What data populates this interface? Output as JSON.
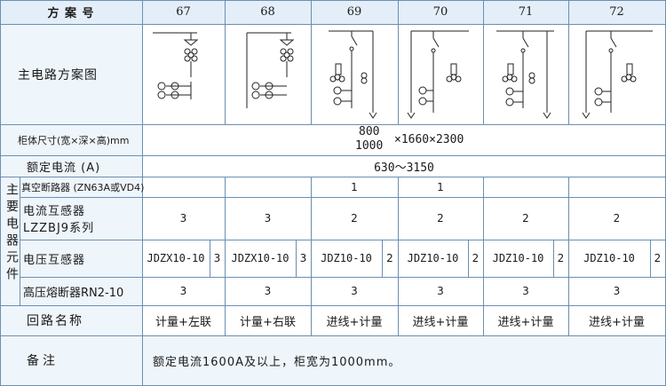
{
  "header": {
    "label": "方 案 号",
    "schemes": [
      "67",
      "68",
      "69",
      "70",
      "71",
      "72"
    ]
  },
  "rows": {
    "diagram_label": "主电路方案图",
    "dims_label": "柜体尺寸(宽×深×高)mm",
    "dims_width_a": "800",
    "dims_width_b": "1000",
    "dims_rest": "×1660×2300",
    "current_label": "额定电流 (A)",
    "current_value": "630～3150",
    "main_components_label": "主要电器元件",
    "breaker_label": "真空断路器 (ZN63A或VD4)",
    "breaker_values": [
      "",
      "",
      "1",
      "1",
      "",
      ""
    ],
    "ct_label_line1": "电流互感器",
    "ct_label_line2": "LZZBJ9系列",
    "ct_values": [
      "3",
      "3",
      "2",
      "2",
      "2",
      "2"
    ],
    "vt_label": "电压互感器",
    "vt_models": [
      "JDZX10-10",
      "JDZX10-10",
      "JDZ10-10",
      "JDZ10-10",
      "JDZ10-10",
      "JDZ10-10"
    ],
    "vt_counts": [
      "3",
      "3",
      "2",
      "2",
      "2",
      "2"
    ],
    "fuse_label": "高压熔断器RN2-10",
    "fuse_values": [
      "3",
      "3",
      "3",
      "3",
      "3",
      "3"
    ],
    "circuit_label": "回路名称",
    "circuit_names": [
      "计量+左联",
      "计量+右联",
      "进线+计量",
      "进线+计量",
      "进线+计量",
      "进线+计量"
    ],
    "remarks_label": "备注",
    "remarks_text": "额定电流1600A及以上，柜宽为1000mm。"
  },
  "colors": {
    "header_bg": "#e3eef8",
    "label_bg": "#eef5fb",
    "grid": "#6b8fb0"
  }
}
